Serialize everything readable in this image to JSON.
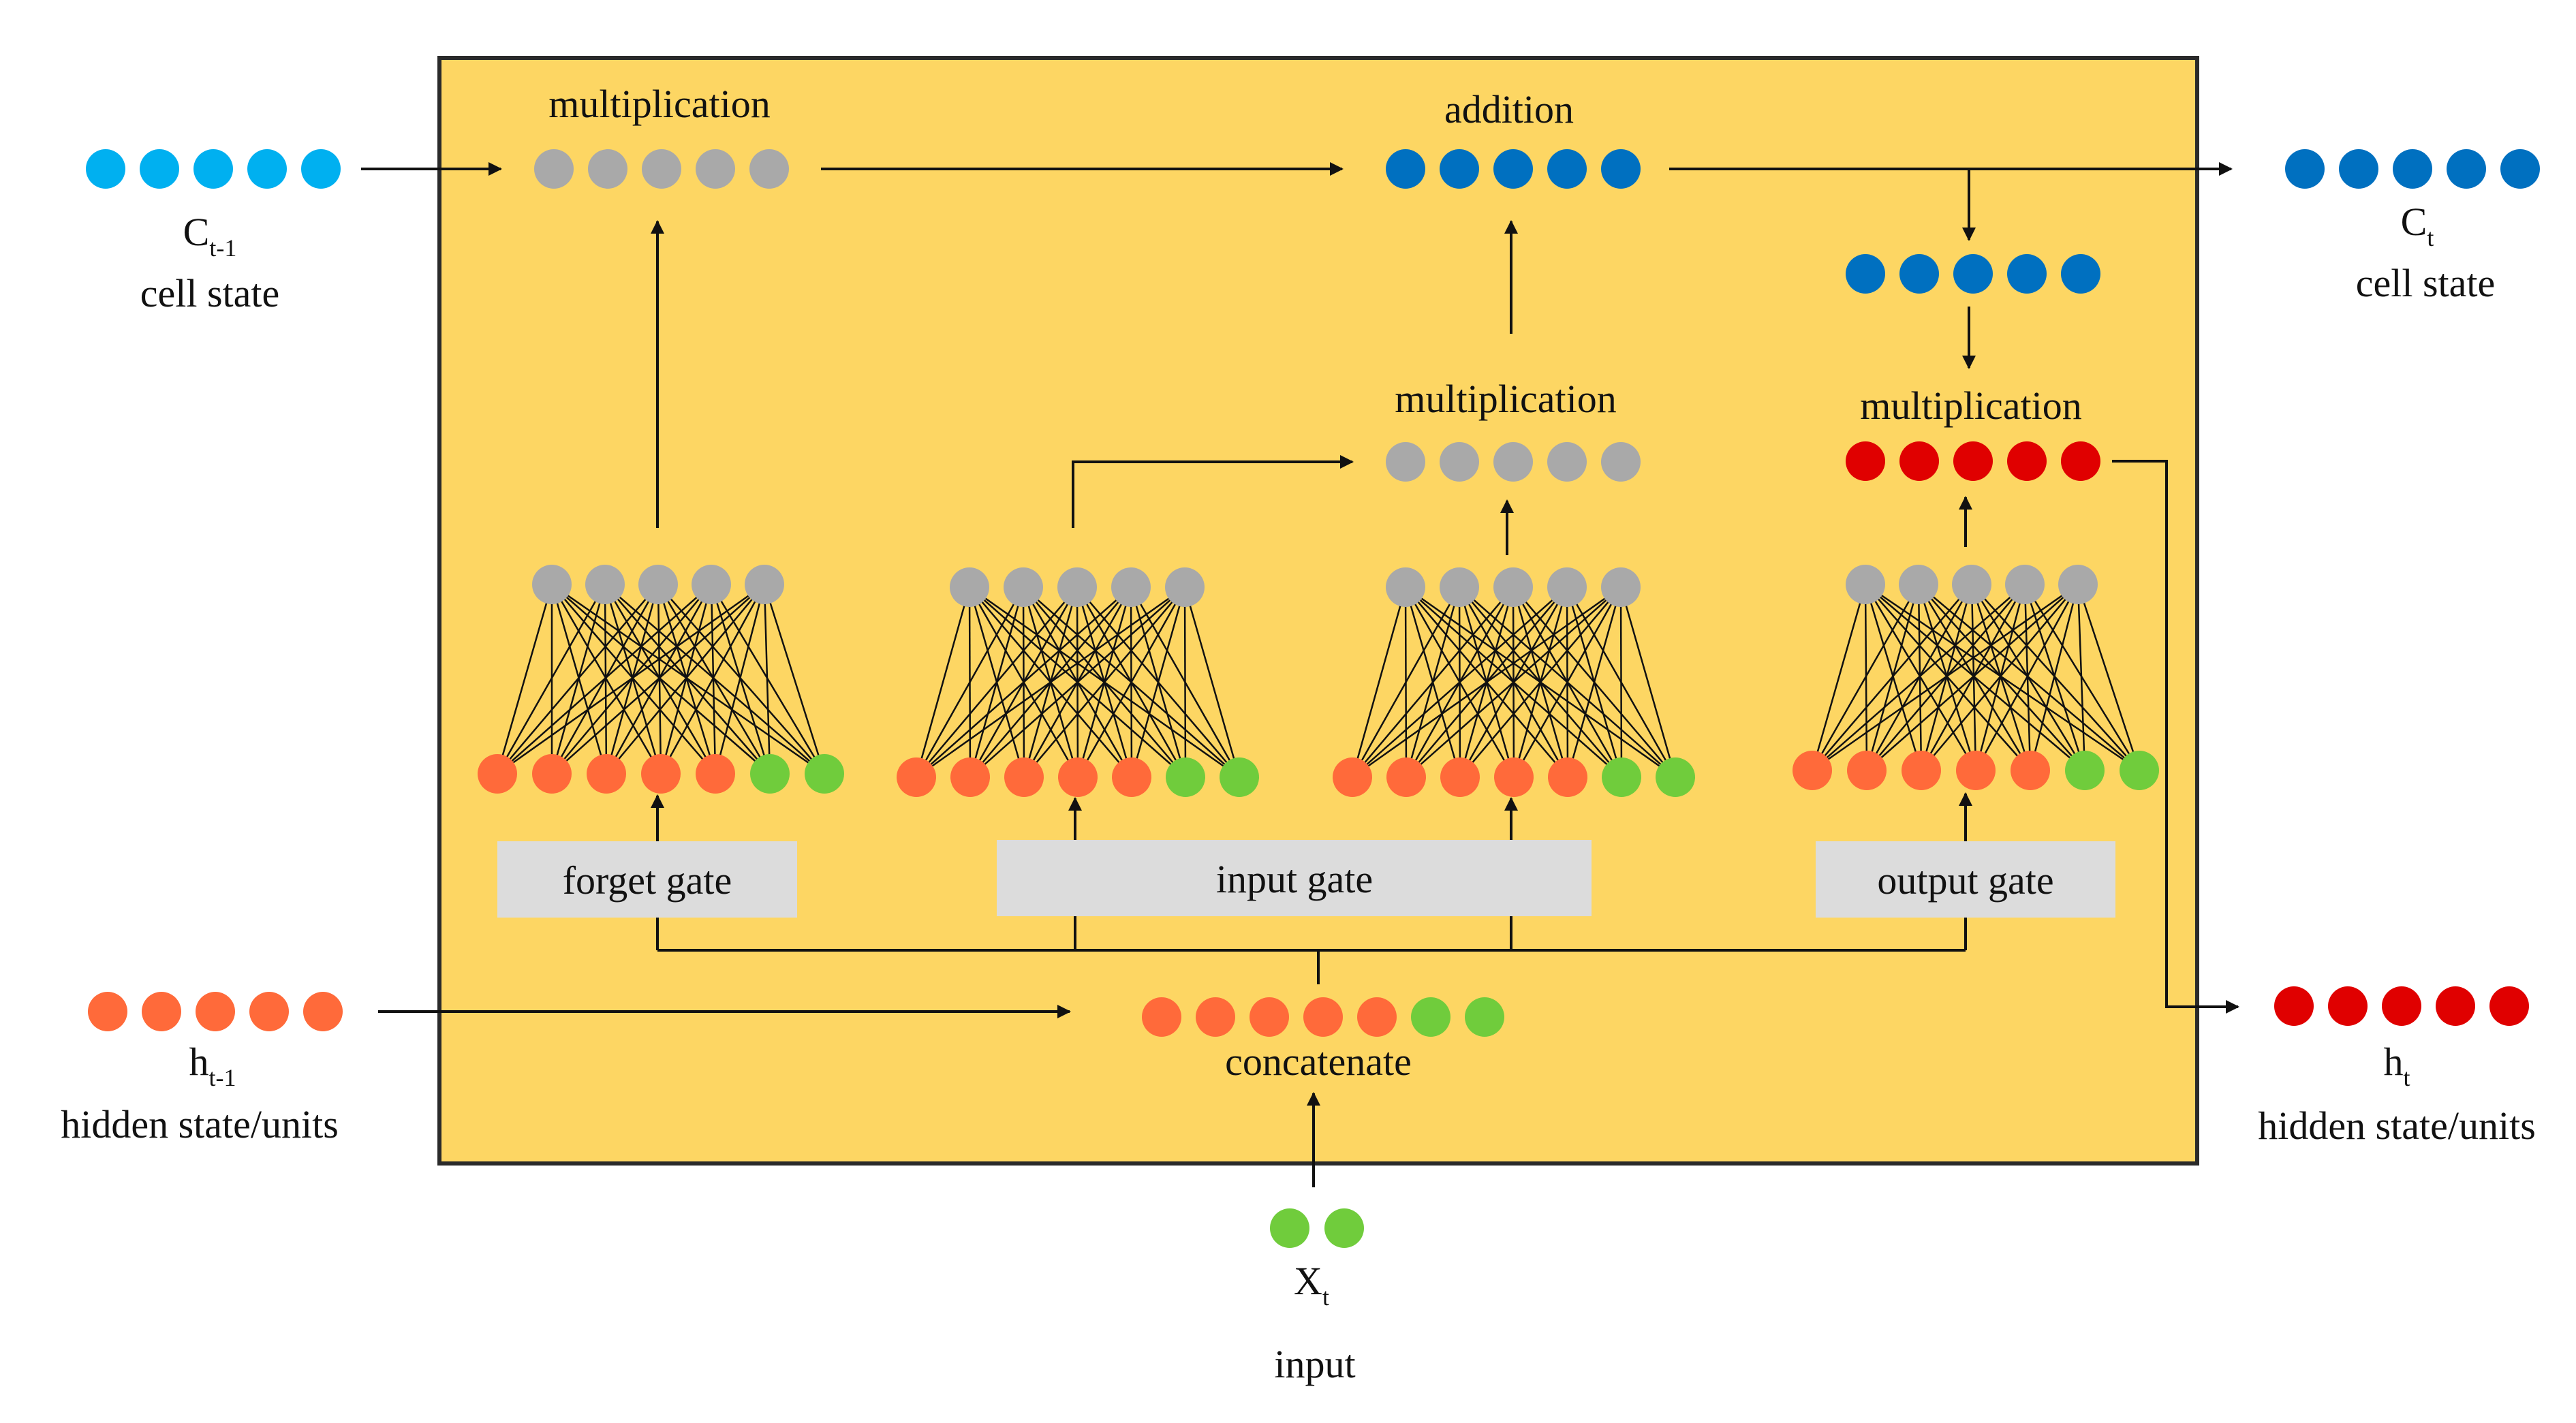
{
  "colors": {
    "background": "#ffffff",
    "panel": "#fdd663",
    "panel_border": "#2a2a2a",
    "cell_prev": "#00b0f0",
    "cell_new": "#0070c0",
    "hidden_prev": "#ff6a3a",
    "hidden_new": "#e00000",
    "input": "#70cc3c",
    "neutral": "#a9a9a9",
    "gate_box": "#dcdcdc",
    "line": "#111111"
  },
  "labels": {
    "mult_top": "multiplication",
    "addition": "addition",
    "mult_mid": "multiplication",
    "mult_right": "multiplication",
    "concatenate": "concatenate",
    "c_prev": "C",
    "c_prev_sub": "t-1",
    "c_prev_desc": "cell state",
    "c_new": "C",
    "c_new_sub": "t",
    "c_new_desc": "cell state",
    "h_prev": "h",
    "h_prev_sub": "t-1",
    "h_prev_desc": "hidden state/units",
    "h_new": "h",
    "h_new_sub": "t",
    "h_new_desc": "hidden state/units",
    "x": "X",
    "x_sub": "t",
    "x_desc": "input"
  },
  "gates": {
    "forget": "forget gate",
    "input": "input gate",
    "output": "output gate"
  },
  "icons": {
    "node": "circle-node",
    "arrow": "arrow-head",
    "connection": "fully-connected-lines"
  }
}
